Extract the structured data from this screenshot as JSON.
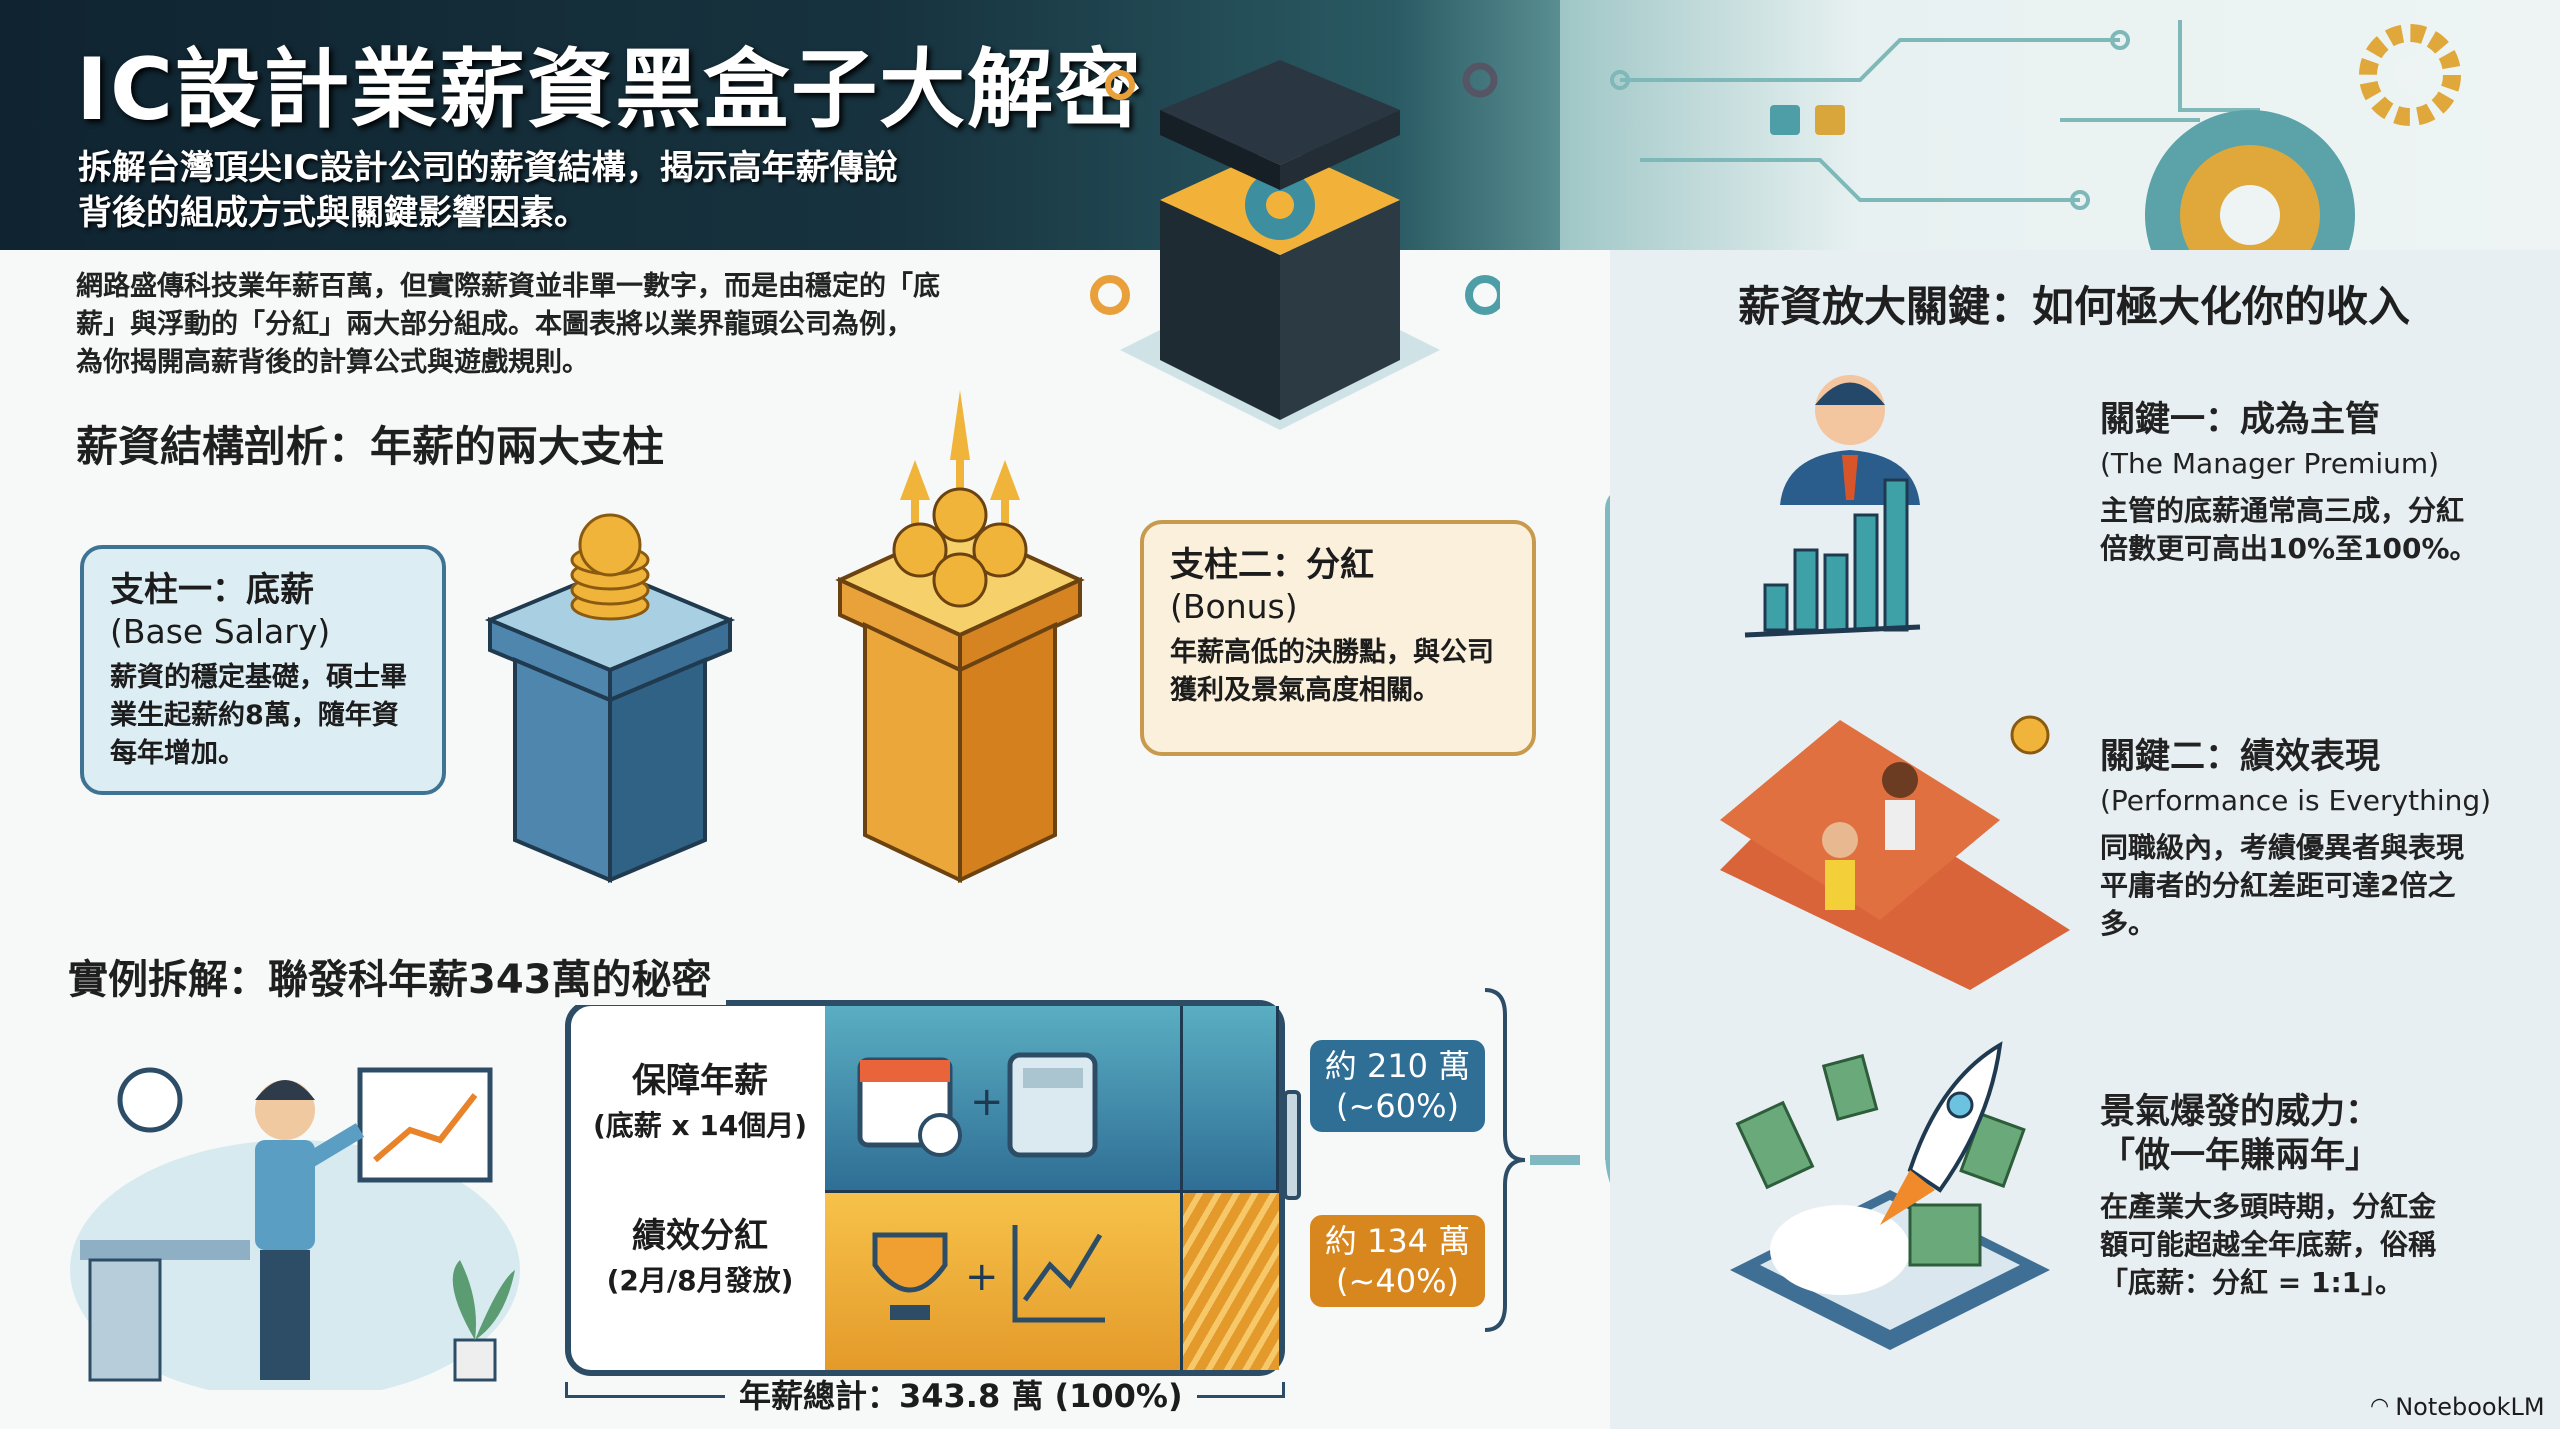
{
  "header": {
    "title": "IC設計業薪資黑盒子大解密",
    "subtitle_line1": "拆解台灣頂尖IC設計公司的薪資結構，揭示高年薪傳說",
    "subtitle_line2": "背後的組成方式與關鍵影響因素。"
  },
  "intro": {
    "line1": "網路盛傳科技業年薪百萬，但實際薪資並非單一數字，而是由穩定的「底",
    "line2": "薪」與浮動的「分紅」兩大部分組成。本圖表將以業界龍頭公司為例，",
    "line3": "為你揭開高薪背後的計算公式與遊戲規則。"
  },
  "structure": {
    "title": "薪資結構剖析：年薪的兩大支柱",
    "pillar1": {
      "title": "支柱一：底薪",
      "subtitle": "(Base Salary)",
      "body": "薪資的穩定基礎，碩士畢業生起薪約8萬，隨年資每年增加。"
    },
    "pillar2": {
      "title": "支柱二：分紅",
      "subtitle": "(Bonus)",
      "body": "年薪高低的決勝點，與公司獲利及景氣高度相關。"
    }
  },
  "example": {
    "title": "實例拆解：聯發科年薪343萬的秘密",
    "guaranteed": {
      "label": "保障年薪",
      "detail": "(底薪 x 14個月)",
      "amount": "約 210 萬",
      "share": "(~60%)"
    },
    "bonus": {
      "label": "績效分紅",
      "detail": "(2月/8月發放)",
      "amount": "約 134 萬",
      "share": "(~40%)"
    },
    "total": "年薪總計：343.8 萬 (100%)",
    "guaranteed_fraction": 0.6,
    "colors": {
      "blue": "#2f6e95",
      "orange": "#e49a2a"
    }
  },
  "keys": {
    "title": "薪資放大關鍵：如何極大化你的收入",
    "items": [
      {
        "title": "關鍵一：成為主管",
        "subtitle": "(The Manager Premium)",
        "body1": "主管的底薪通常高三成，分紅",
        "body2": "倍數更可高出10%至100%。",
        "icon": "manager-chart-icon"
      },
      {
        "title": "關鍵二：績效表現",
        "subtitle": "(Performance is Everything)",
        "body1": "同職級內，考績優異者與表現",
        "body2": "平庸者的分紅差距可達2倍之",
        "body3": "多。",
        "icon": "runners-icon"
      },
      {
        "title": "景氣爆發的威力：",
        "subtitle": "「做一年賺兩年」",
        "body1": "在產業大多頭時期，分紅金",
        "body2": "額可能超越全年底薪，俗稱",
        "body3": "「底薪：分紅 = 1:1」。",
        "icon": "rocket-chip-icon"
      }
    ]
  },
  "watermark": "NotebookLM"
}
